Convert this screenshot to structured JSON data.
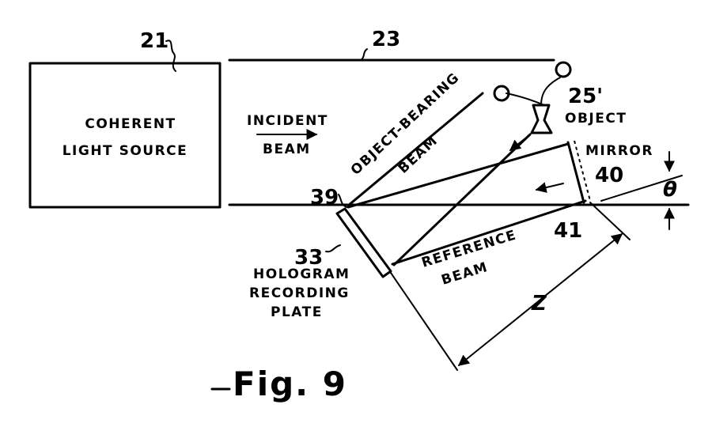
{
  "labels": {
    "ref_21": "21",
    "ref_23": "23",
    "ref_25": "25'",
    "ref_39": "39",
    "ref_40": "40",
    "ref_41": "41",
    "ref_33": "33",
    "source_line1": "COHERENT",
    "source_line2": "LIGHT SOURCE",
    "incident_line1": "INCIDENT",
    "incident_line2": "BEAM",
    "object_bearing_line1": "OBJECT-BEARING",
    "object_bearing_line2": "BEAM",
    "object": "OBJECT",
    "mirror": "MIRROR",
    "theta": "θ",
    "reference_line1": "REFERENCE",
    "reference_line2": "BEAM",
    "plate_line1": "HOLOGRAM",
    "plate_line2": "RECORDING",
    "plate_line3": "PLATE",
    "distance": "Z",
    "caption": "Fig. 9"
  }
}
